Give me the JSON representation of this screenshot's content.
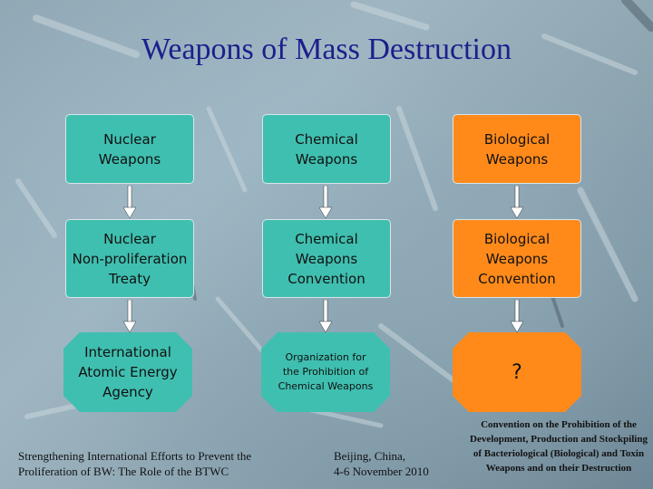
{
  "title": "Weapons of Mass Destruction",
  "columns": [
    {
      "category": "Nuclear\nWeapons",
      "treaty": "Nuclear\nNon-proliferation\nTreaty",
      "organization": "International\nAtomic Energy\nAgency"
    },
    {
      "category": "Chemical\nWeapons",
      "treaty": "Chemical\nWeapons\nConvention",
      "organization": "Organization for\nthe Prohibition of\nChemical Weapons"
    },
    {
      "category": "Biological\nWeapons",
      "treaty": "Biological\nWeapons\nConvention",
      "organization": "?"
    }
  ],
  "footer": {
    "left": "Strengthening International Efforts to Prevent the\nProliferation of BW: The Role of the BTWC",
    "middle": "Beijing, China,\n4-6 November 2010",
    "right": "Convention on the Prohibition of the Development, Production and Stockpiling of Bacteriological (Biological) and Toxin Weapons and on their Destruction"
  },
  "colors": {
    "title": "#1c1f8c",
    "teal": "#3fbfb0",
    "orange": "#ff8a1a",
    "arrow": "#ffffff"
  }
}
